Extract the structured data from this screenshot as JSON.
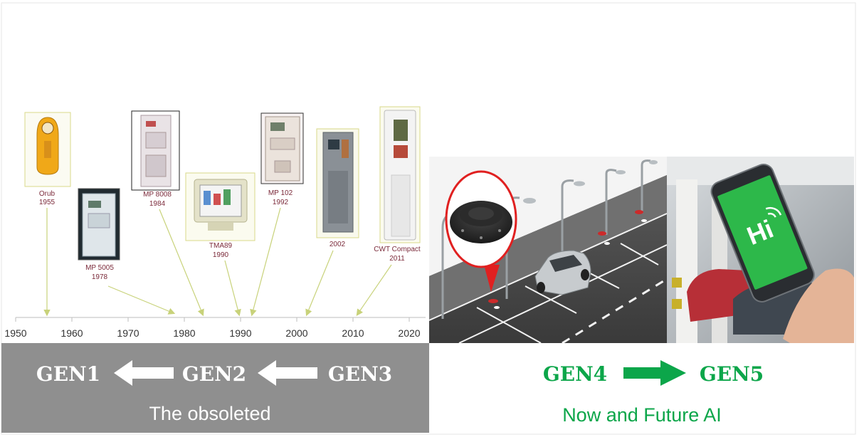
{
  "timeline": {
    "axis_ticks": [
      "1950",
      "1960",
      "1970",
      "1980",
      "1990",
      "2000",
      "2010",
      "2020"
    ],
    "meters": [
      {
        "name": "Orub",
        "year": "1955"
      },
      {
        "name": "MP 5005",
        "year": "1978"
      },
      {
        "name": "MP 8008",
        "year": "1984"
      },
      {
        "name": "TMA89",
        "year": "1990"
      },
      {
        "name": "MP 102",
        "year": "1992"
      },
      {
        "name": "2002",
        "year": ""
      },
      {
        "name": "CWT Compact",
        "year": "2011"
      }
    ]
  },
  "bottom": {
    "left": {
      "gen1": "GEN1",
      "gen2": "GEN2",
      "gen3": "GEN3",
      "caption": "The obsoleted",
      "bg_color": "#8f8f8f"
    },
    "right": {
      "gen4": "GEN4",
      "gen5": "GEN5",
      "caption": "Now and Future AI",
      "accent_color": "#0ca64a"
    }
  },
  "phone": {
    "screen_text": "Hi",
    "screen_color": "#2db84a"
  },
  "colors": {
    "timeline_arrow": "#c8d27a",
    "meter_label": "#7b2a3a",
    "sensor_marker": "#e02020"
  }
}
